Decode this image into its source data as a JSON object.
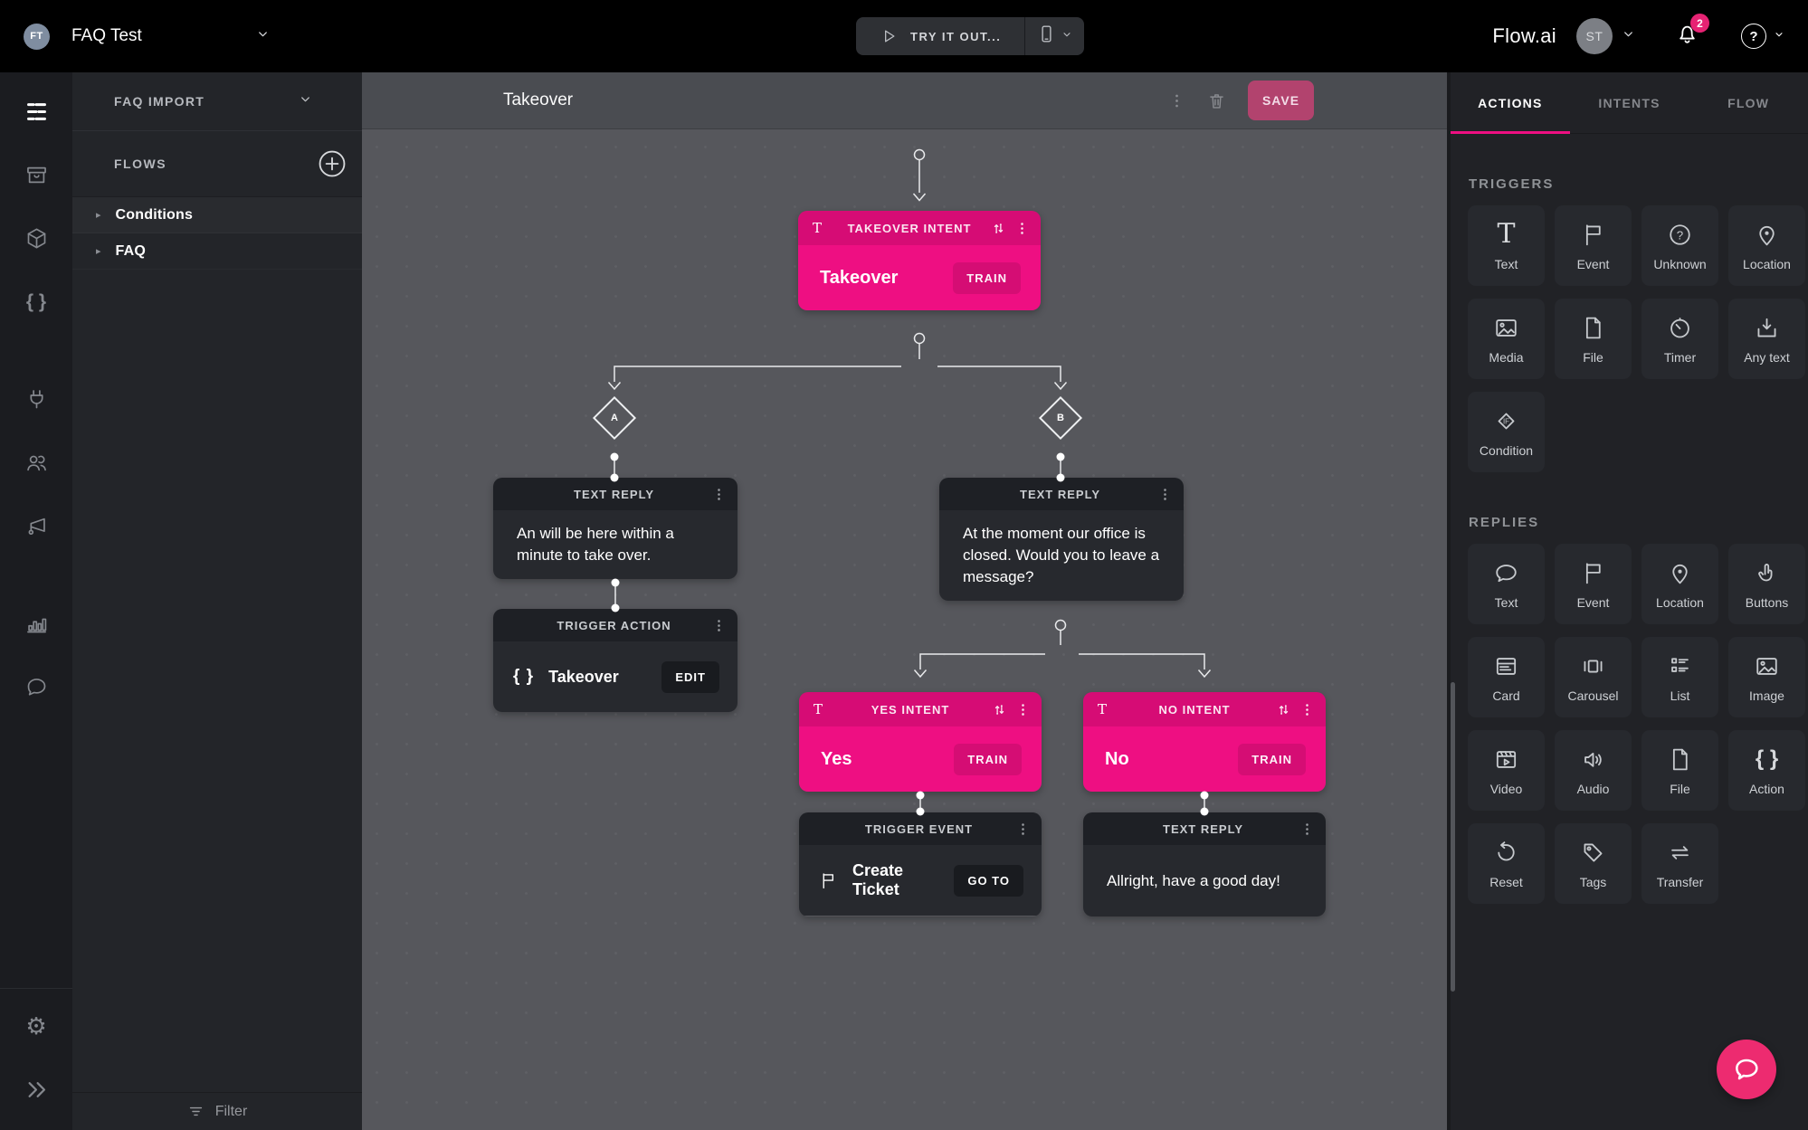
{
  "topbar": {
    "workspace_avatar": "FT",
    "workspace_name": "FAQ Test",
    "try_it_out": "TRY IT OUT...",
    "brand": "Flow.ai",
    "user_avatar": "ST",
    "notification_badge": "2"
  },
  "rail": {
    "items": [
      {
        "icon": "flows-icon",
        "active": true
      },
      {
        "icon": "inbox-icon",
        "active": false
      },
      {
        "icon": "package-icon",
        "active": false
      },
      {
        "icon": "braces-icon",
        "active": false
      },
      {
        "icon": "plug-icon",
        "active": false
      },
      {
        "icon": "users-icon",
        "active": false
      },
      {
        "icon": "megaphone-icon",
        "active": false
      },
      {
        "icon": "analytics-icon",
        "active": false
      },
      {
        "icon": "chat-icon",
        "active": false
      }
    ],
    "footer_items": [
      {
        "icon": "settings-icon"
      },
      {
        "icon": "collapse-icon"
      }
    ]
  },
  "sidebar": {
    "section_title": "FAQ IMPORT",
    "flows_title": "FLOWS",
    "tree": [
      {
        "label": "Conditions"
      },
      {
        "label": "FAQ"
      }
    ],
    "filter_label": "Filter"
  },
  "canvas": {
    "title": "Takeover",
    "save_label": "SAVE",
    "flow": {
      "root_intent": {
        "type": "TAKEOVER INTENT",
        "title": "Takeover",
        "action": "TRAIN"
      },
      "branches": [
        "A",
        "B"
      ],
      "reply_a": {
        "type": "TEXT REPLY",
        "text": "An will be here within a minute to take over."
      },
      "trigger_action": {
        "type": "TRIGGER ACTION",
        "title": "Takeover",
        "action": "EDIT"
      },
      "reply_b": {
        "type": "TEXT REPLY",
        "text": "At the moment our office is closed. Would you to leave a message?"
      },
      "yes_intent": {
        "type": "YES INTENT",
        "title": "Yes",
        "action": "TRAIN"
      },
      "no_intent": {
        "type": "NO INTENT",
        "title": "No",
        "action": "TRAIN"
      },
      "trigger_event": {
        "type": "TRIGGER EVENT",
        "title": "Create Ticket",
        "action": "GO TO"
      },
      "reply_c": {
        "type": "TEXT REPLY",
        "text": "Allright, have a good day!"
      }
    }
  },
  "panel": {
    "tabs": [
      {
        "label": "ACTIONS",
        "active": true
      },
      {
        "label": "INTENTS",
        "active": false
      },
      {
        "label": "FLOW",
        "active": false
      }
    ],
    "sections": [
      {
        "title": "TRIGGERS",
        "tiles": [
          {
            "label": "Text",
            "icon": "text-serif-icon"
          },
          {
            "label": "Event",
            "icon": "flag-icon"
          },
          {
            "label": "Unknown",
            "icon": "question-circle-icon"
          },
          {
            "label": "Location",
            "icon": "location-pin-icon"
          },
          {
            "label": "Media",
            "icon": "image-icon"
          },
          {
            "label": "File",
            "icon": "file-icon"
          },
          {
            "label": "Timer",
            "icon": "timer-icon"
          },
          {
            "label": "Any text",
            "icon": "any-text-icon"
          },
          {
            "label": "Condition",
            "icon": "condition-icon"
          }
        ]
      },
      {
        "title": "REPLIES",
        "tiles": [
          {
            "label": "Text",
            "icon": "speech-bubble-icon"
          },
          {
            "label": "Event",
            "icon": "flag-icon"
          },
          {
            "label": "Location",
            "icon": "location-pin-icon"
          },
          {
            "label": "Buttons",
            "icon": "hand-pointer-icon"
          },
          {
            "label": "Card",
            "icon": "card-icon"
          },
          {
            "label": "Carousel",
            "icon": "carousel-icon"
          },
          {
            "label": "List",
            "icon": "list-icon"
          },
          {
            "label": "Image",
            "icon": "image-icon"
          },
          {
            "label": "Video",
            "icon": "video-icon"
          },
          {
            "label": "Audio",
            "icon": "audio-icon"
          },
          {
            "label": "File",
            "icon": "file-icon"
          },
          {
            "label": "Action",
            "icon": "action-braces-icon"
          },
          {
            "label": "Reset",
            "icon": "reset-icon"
          },
          {
            "label": "Tags",
            "icon": "tag-icon"
          },
          {
            "label": "Transfer",
            "icon": "transfer-icon"
          }
        ]
      }
    ]
  },
  "colors": {
    "accent_pink": "#ee0f82",
    "accent_pink_dark": "#d60c75",
    "save_button": "#b2436e",
    "badge_pink": "#e62373",
    "fab_pink": "#ed2b70"
  },
  "fab": {
    "icon": "chat-bubble-icon"
  }
}
